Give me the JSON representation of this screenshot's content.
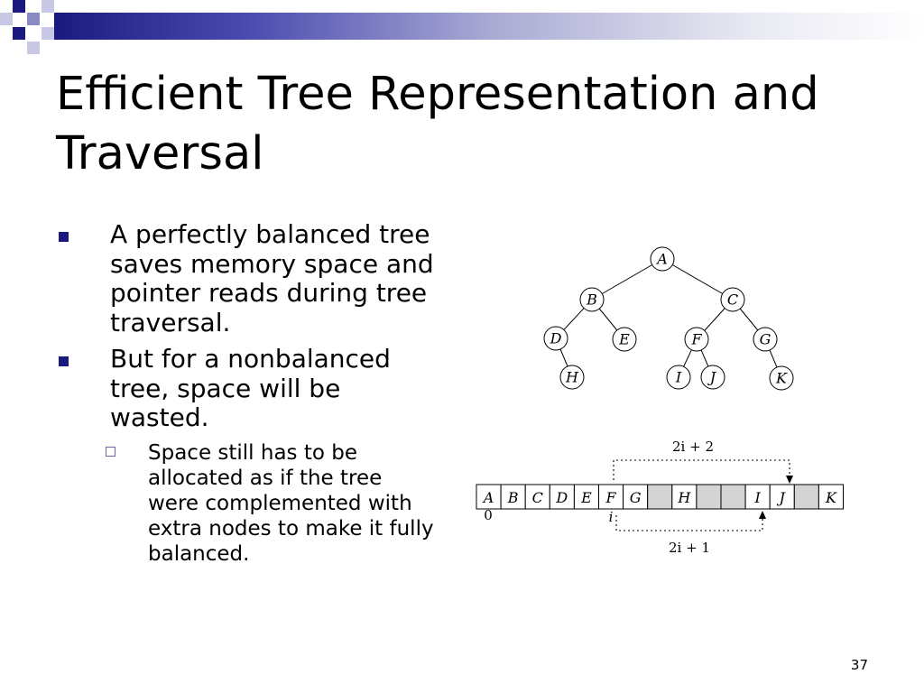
{
  "slide": {
    "title": "Efficient Tree Representation and Traversal",
    "bullets": [
      "A perfectly balanced tree saves memory space and pointer reads during tree traversal.",
      "But for a nonbalanced tree, space will be wasted."
    ],
    "sub_bullets": [
      "Space still has to be allocated as if the tree were complemented with extra nodes to make it fully balanced."
    ],
    "page_number": "37"
  },
  "diagram": {
    "tree_nodes": [
      "A",
      "B",
      "C",
      "D",
      "E",
      "F",
      "G",
      "H",
      "I",
      "J",
      "K"
    ],
    "array_cells": [
      "A",
      "B",
      "C",
      "D",
      "E",
      "F",
      "G",
      "",
      "H",
      "",
      "",
      "I",
      "J",
      "",
      "K"
    ],
    "empty_cell_indices": [
      7,
      9,
      10,
      13
    ],
    "index_start_label": "0",
    "index_i_label": "i",
    "right_child_label": "2i + 2",
    "left_child_label": "2i + 1"
  },
  "colors": {
    "accent": "#1a1a7e",
    "empty_cell": "#d4d4d4"
  }
}
